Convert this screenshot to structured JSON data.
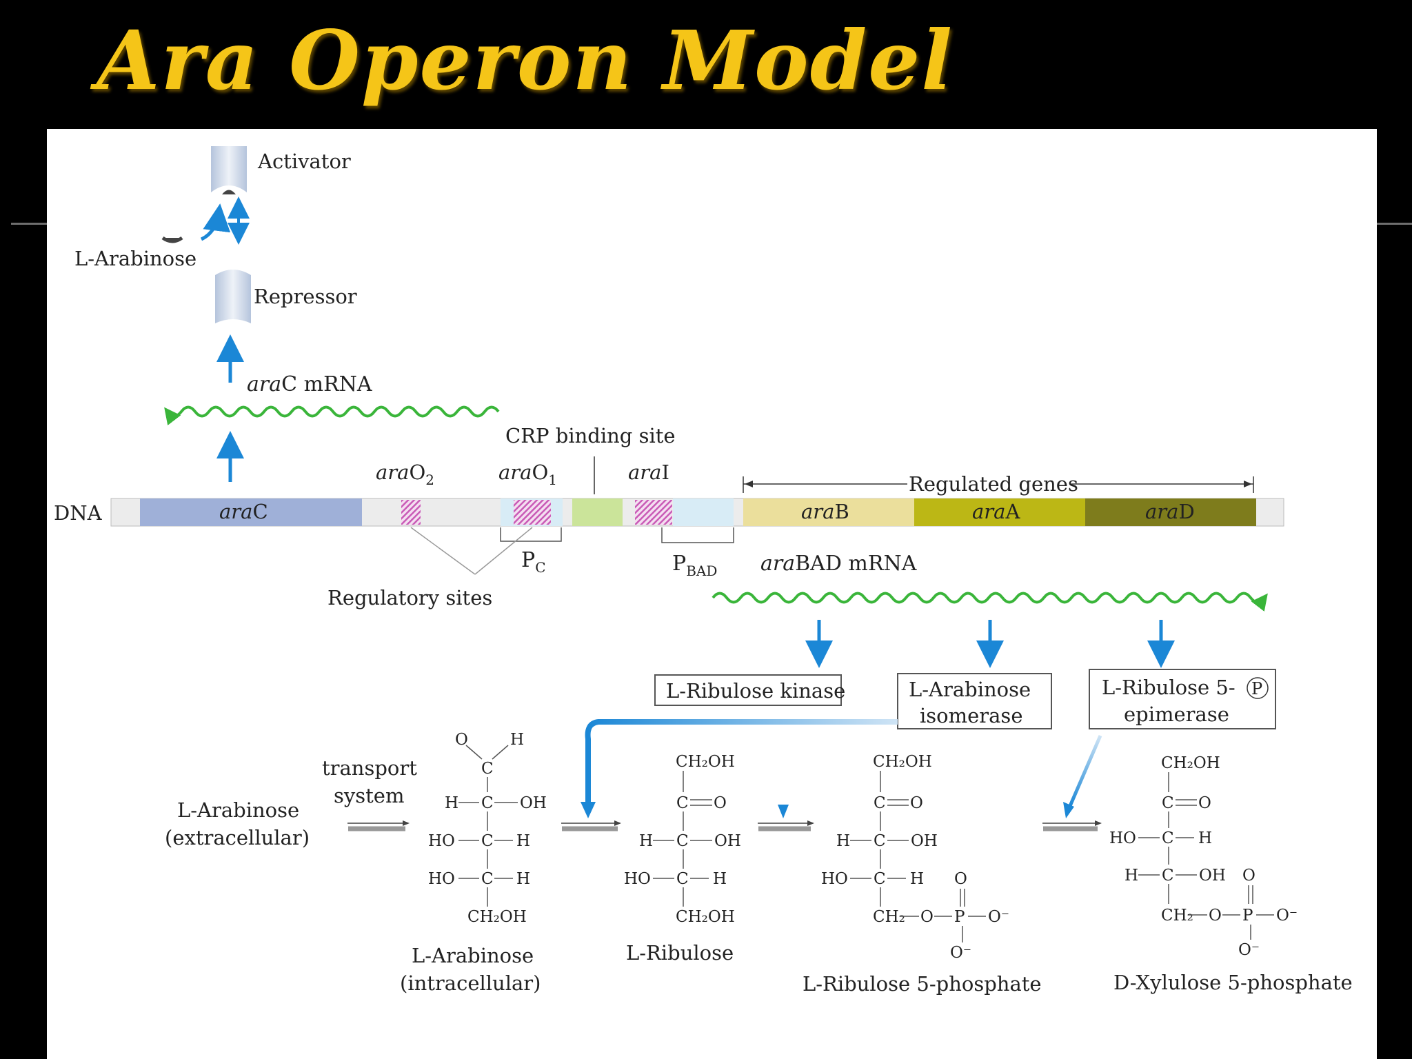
{
  "slide": {
    "title": "Ara Operon Model"
  },
  "labels": {
    "activator": "Activator",
    "arabinose_ligand": "L-Arabinose",
    "repressor": "Repressor",
    "arac_mrna_gene": "ara",
    "arac_mrna_rest": "C mRNA",
    "crp": "CRP binding site",
    "arao2_italic": "ara",
    "arao2_rest": "O",
    "arao2_sub": "2",
    "arao1_italic": "ara",
    "arao1_rest": "O",
    "arao1_sub": "1",
    "arai_italic": "ara",
    "arai_rest": "I",
    "regulated": "Regulated genes",
    "dna": "DNA",
    "arac_italic": "ara",
    "arac_rest": "C",
    "arab_italic": "ara",
    "arab_rest": "B",
    "araa_italic": "ara",
    "araa_rest": "A",
    "arad_italic": "ara",
    "arad_rest": "D",
    "pc_main": "P",
    "pc_sub": "C",
    "pbad_main": "P",
    "pbad_sub": "BAD",
    "arabad_mrna_italic": "ara",
    "arabad_mrna_rest": "BAD mRNA",
    "regulatory_sites": "Regulatory sites"
  },
  "enzymes": {
    "kinase": "L-Ribulose kinase",
    "isomerase_1": "L-Arabinose",
    "isomerase_2": "isomerase",
    "epimerase_1": "L-Ribulose 5-",
    "epimerase_circle": "P",
    "epimerase_2": "epimerase"
  },
  "pathway": {
    "transport_1": "transport",
    "transport_2": "system",
    "ext_1": "L-Arabinose",
    "ext_2": "(extracellular)",
    "int_1": "L-Arabinose",
    "int_2": "(intracellular)",
    "ribulose": "L-Ribulose",
    "r5p": "L-Ribulose 5-phosphate",
    "x5p": "D-Xylulose 5-phosphate"
  },
  "chem": {
    "o": "O",
    "h": "H",
    "c": "C",
    "oh": "OH",
    "ho": "HO",
    "ch2oh": "CH₂OH",
    "ch2": "CH₂",
    "p": "P",
    "ominus": "O⁻"
  },
  "colors": {
    "title": "#f5c518",
    "arrow_blue": "#1b87d6",
    "mrna_green": "#3ab53a",
    "arac_gene": "#9fb0d8",
    "arab_gene": "#ebdf9c",
    "araa_gene": "#bcb715",
    "arad_gene": "#7e7c1c",
    "crp_site": "#cbe49a",
    "promoter": "#d8ecf6",
    "operator": "#c97fbf"
  }
}
